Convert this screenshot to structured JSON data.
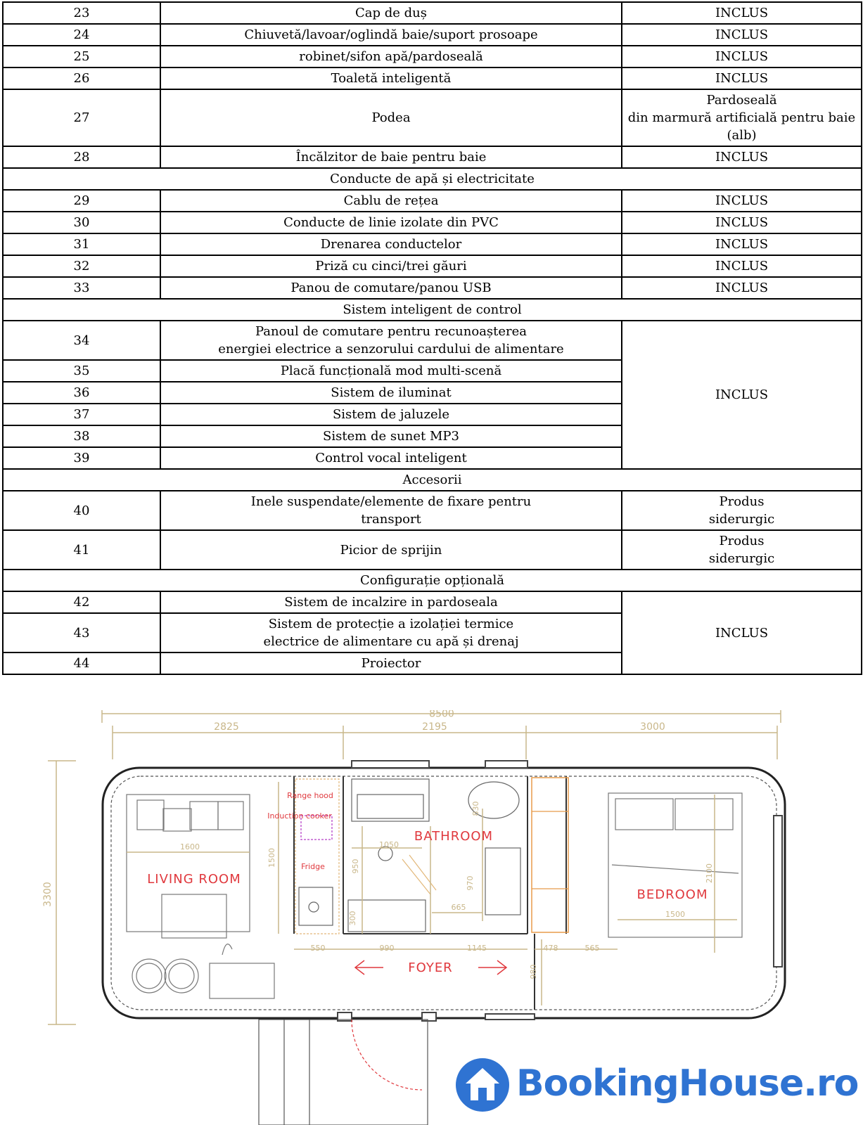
{
  "table": {
    "rows": [
      {
        "kind": "item",
        "no": "23",
        "name": "Cap de duș",
        "status": "INCLUS"
      },
      {
        "kind": "item",
        "no": "24",
        "name": "Chiuvetă/lavoar/oglindă baie/suport prosoape",
        "status": "INCLUS"
      },
      {
        "kind": "item",
        "no": "25",
        "name": "robinet/sifon apă/pardoseală",
        "status": "INCLUS"
      },
      {
        "kind": "item",
        "no": "26",
        "name": "Toaletă inteligentă",
        "status": "INCLUS"
      },
      {
        "kind": "item",
        "no": "27",
        "name": "Podea",
        "status": "Pardoseală\ndin marmură artificială pentru baie\n(alb)"
      },
      {
        "kind": "item",
        "no": "28",
        "name": "Încălzitor de baie pentru baie",
        "status": "INCLUS"
      },
      {
        "kind": "section",
        "title": "Conducte de apă și electricitate"
      },
      {
        "kind": "item",
        "no": "29",
        "name": "Cablu de rețea",
        "status": "INCLUS"
      },
      {
        "kind": "item",
        "no": "30",
        "name": "Conducte de linie izolate din PVC",
        "status": "INCLUS"
      },
      {
        "kind": "item",
        "no": "31",
        "name": "Drenarea conductelor",
        "status": "INCLUS"
      },
      {
        "kind": "item",
        "no": "32",
        "name": "Priză cu cinci/trei găuri",
        "status": "INCLUS"
      },
      {
        "kind": "item",
        "no": "33",
        "name": "Panou de comutare/panou USB",
        "status": "INCLUS"
      },
      {
        "kind": "section",
        "title": "Sistem inteligent de control"
      },
      {
        "kind": "item",
        "no": "34",
        "name": "Panoul de comutare pentru recunoașterea\nenergiei electrice a senzorului cardului de alimentare",
        "status": "INCLUS",
        "rowspan": 6
      },
      {
        "kind": "item",
        "no": "35",
        "name": "Placă funcțională mod multi-scenă"
      },
      {
        "kind": "item",
        "no": "36",
        "name": "Sistem de iluminat"
      },
      {
        "kind": "item",
        "no": "37",
        "name": "Sistem de jaluzele"
      },
      {
        "kind": "item",
        "no": "38",
        "name": "Sistem de sunet MP3"
      },
      {
        "kind": "item",
        "no": "39",
        "name": "Control vocal inteligent"
      },
      {
        "kind": "section",
        "title": "Accesorii"
      },
      {
        "kind": "item",
        "no": "40",
        "name": "Inele suspendate/elemente de fixare pentru\ntransport",
        "status": "Produs\nsiderurgic"
      },
      {
        "kind": "item",
        "no": "41",
        "name": "Picior de sprijin",
        "status": "Produs\nsiderurgic"
      },
      {
        "kind": "section",
        "title": "Configurație opțională"
      },
      {
        "kind": "item",
        "no": "42",
        "name": "Sistem de incalzire in pardoseala",
        "status": "INCLUS",
        "rowspan": 3
      },
      {
        "kind": "item",
        "no": "43",
        "name": "Sistem de protecție a izolației termice\nelectrice de alimentare cu apă și drenaj"
      },
      {
        "kind": "item",
        "no": "44",
        "name": "Proiector"
      }
    ]
  },
  "floorplan": {
    "dims": {
      "total": "8500",
      "left": "2825",
      "middle": "2195",
      "right": "3000",
      "height": "3300",
      "bed_living": "1600",
      "kitchen_len": "1500",
      "sink": "1050",
      "d950": "950",
      "d970": "970",
      "d665": "665",
      "d830": "830",
      "d300": "300",
      "d550": "550",
      "d990": "990",
      "d1145": "1145",
      "d478": "478",
      "d565": "565",
      "d980": "980",
      "bed_w": "1500",
      "bed_l": "2100"
    },
    "labels": {
      "living": "LIVING ROOM",
      "bathroom": "BATHROOM",
      "bedroom": "BEDROOM",
      "foyer": "FOYER",
      "range_hood": "Range hood",
      "induction": "Induction cooker",
      "fridge": "Fridge"
    }
  },
  "logo": {
    "text": "BookingHouse.ro",
    "color": "#2f73d2"
  }
}
